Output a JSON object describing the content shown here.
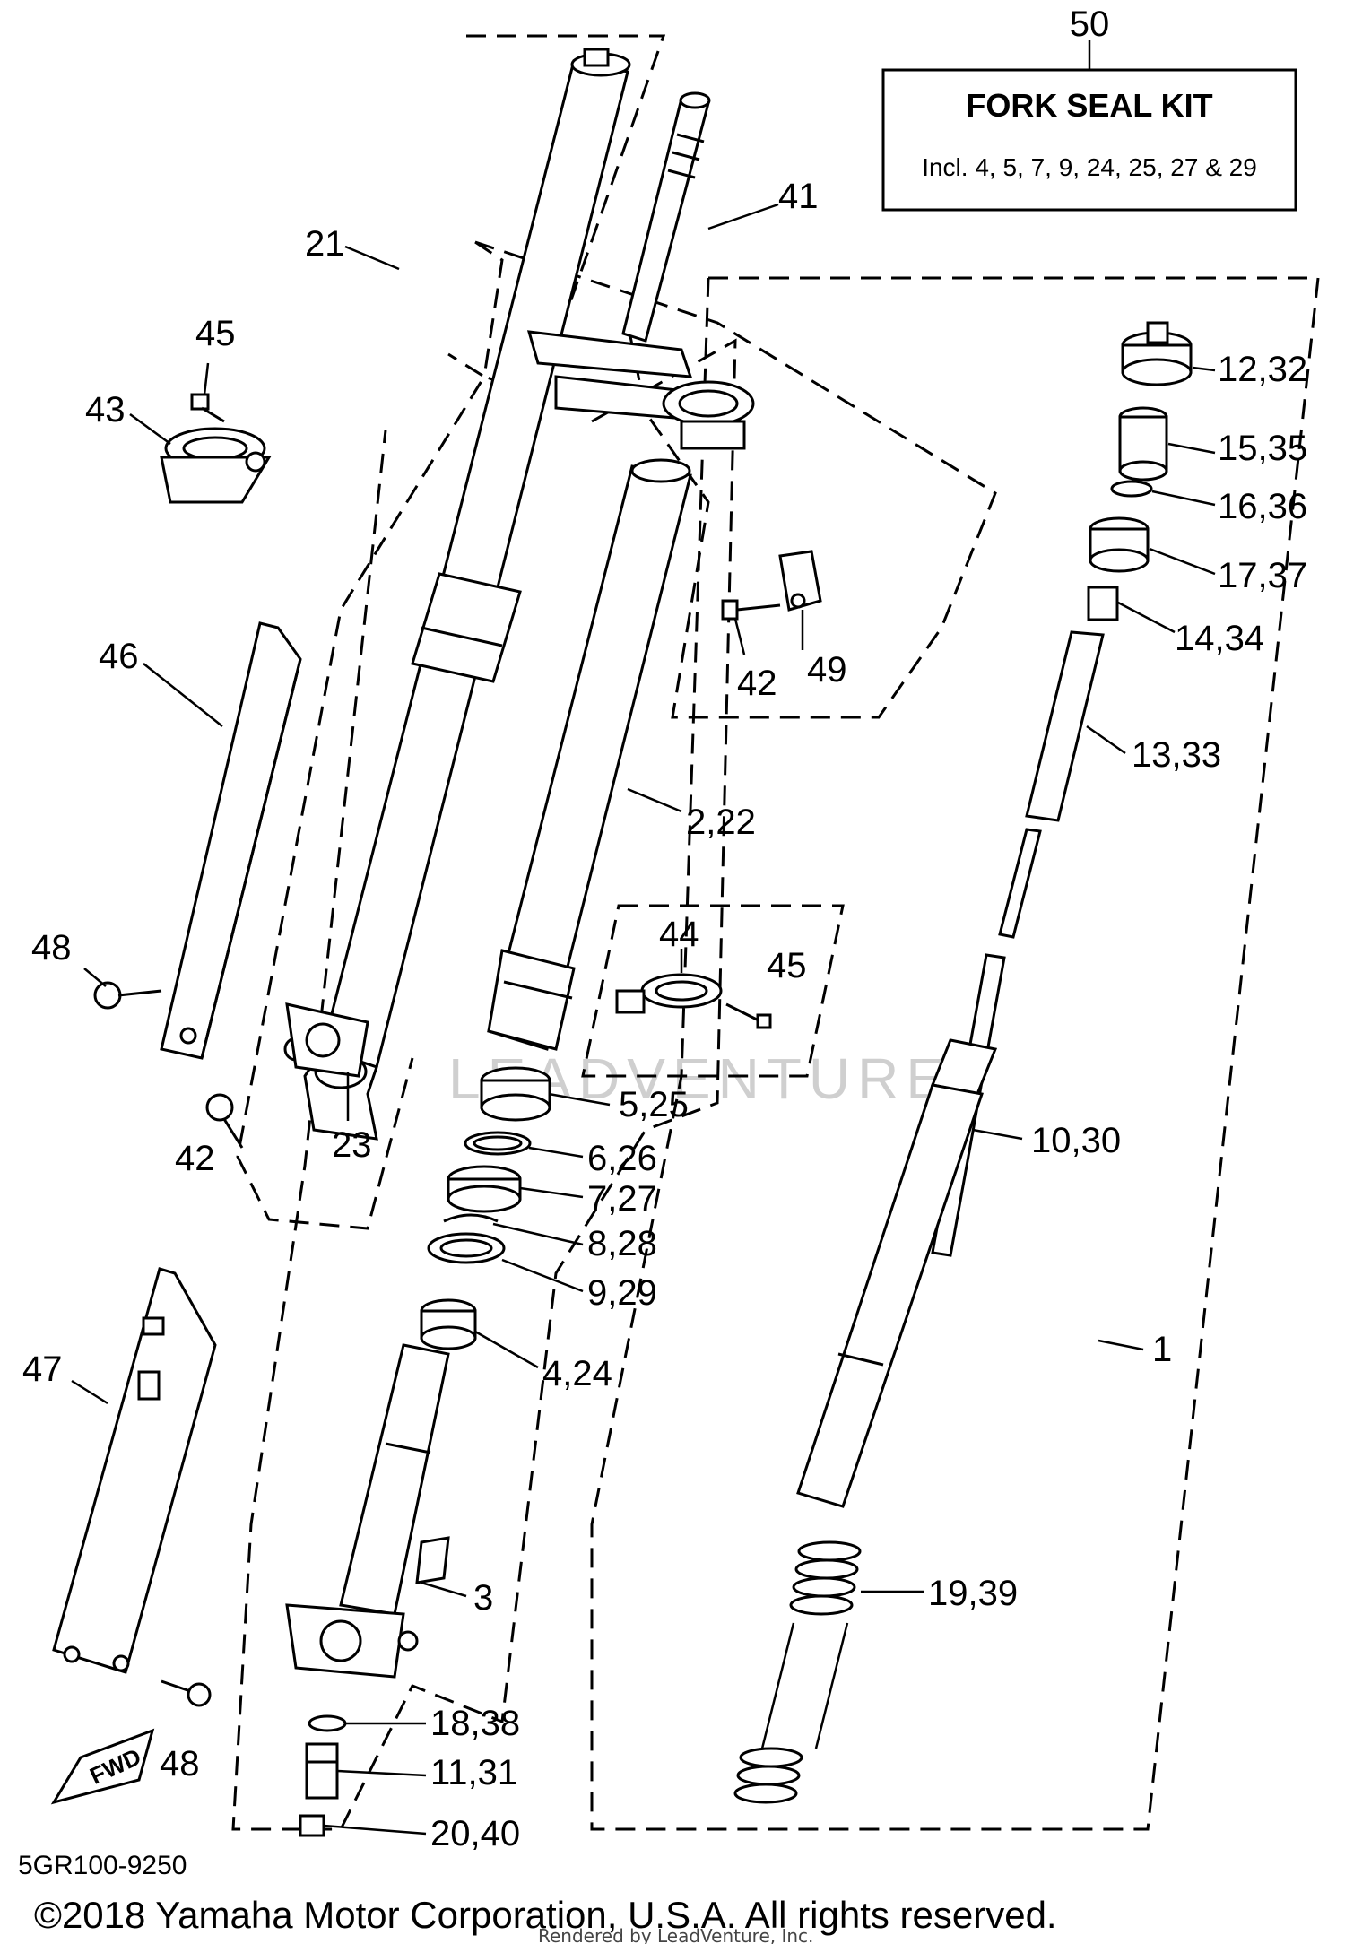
{
  "callouts": {
    "c50": "50",
    "c41": "41",
    "c21": "21",
    "c45a": "45",
    "c43": "43",
    "c12": "12,32",
    "c15": "15,35",
    "c16": "16,36",
    "c17": "17,37",
    "c14": "14,34",
    "c42a": "42",
    "c49": "49",
    "c13": "13,33",
    "c46": "46",
    "c2": "2,22",
    "c48a": "48",
    "c44": "44",
    "c45b": "45",
    "c5": "5,25",
    "c23": "23",
    "c10": "10,30",
    "c42b": "42",
    "c6": "6,26",
    "c7": "7,27",
    "c8": "8,28",
    "c9": "9,29",
    "c1": "1",
    "c47": "47",
    "c4": "4,24",
    "c19": "19,39",
    "c3": "3",
    "c18": "18,38",
    "c48b": "48",
    "c11": "11,31",
    "c20": "20,40"
  },
  "kit_box": {
    "title": "FORK SEAL KIT",
    "subtitle": "Incl. 4, 5, 7, 9, 24, 25, 27 & 29"
  },
  "fwd_arrow": "FWD",
  "diagram_code": "5GR100-9250",
  "copyright": "©2018 Yamaha Motor Corporation, U.S.A. All rights reserved.",
  "rendered_by": "Rendered by LeadVenture, Inc.",
  "watermark": "LEADVENTURE"
}
